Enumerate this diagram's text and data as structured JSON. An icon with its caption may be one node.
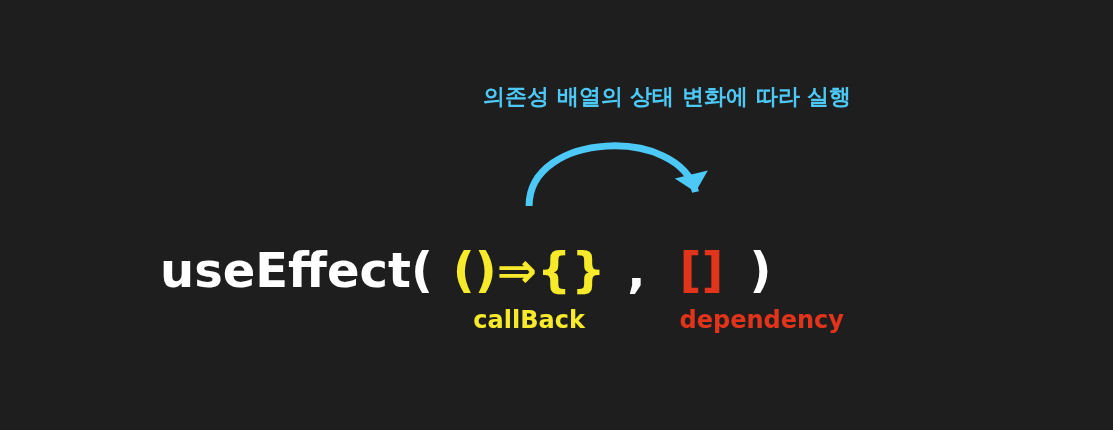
{
  "diagram": {
    "nodes": [
      {
        "text": [
          "()⇒{}"
        ],
        "beside": [
          "callBack"
        ]
      },
      {
        "text": [
          "[]"
        ],
        "beside": [
          "dependency"
        ]
      }
    ],
    "edges": [
      {
        "from": 0,
        "to": 1,
        "arrow": "to"
      }
    ],
    "labels": [
      "의존성 배열의 상태 변화에 따라 실행",
      "useEffect(",
      ",",
      ")"
    ]
  }
}
